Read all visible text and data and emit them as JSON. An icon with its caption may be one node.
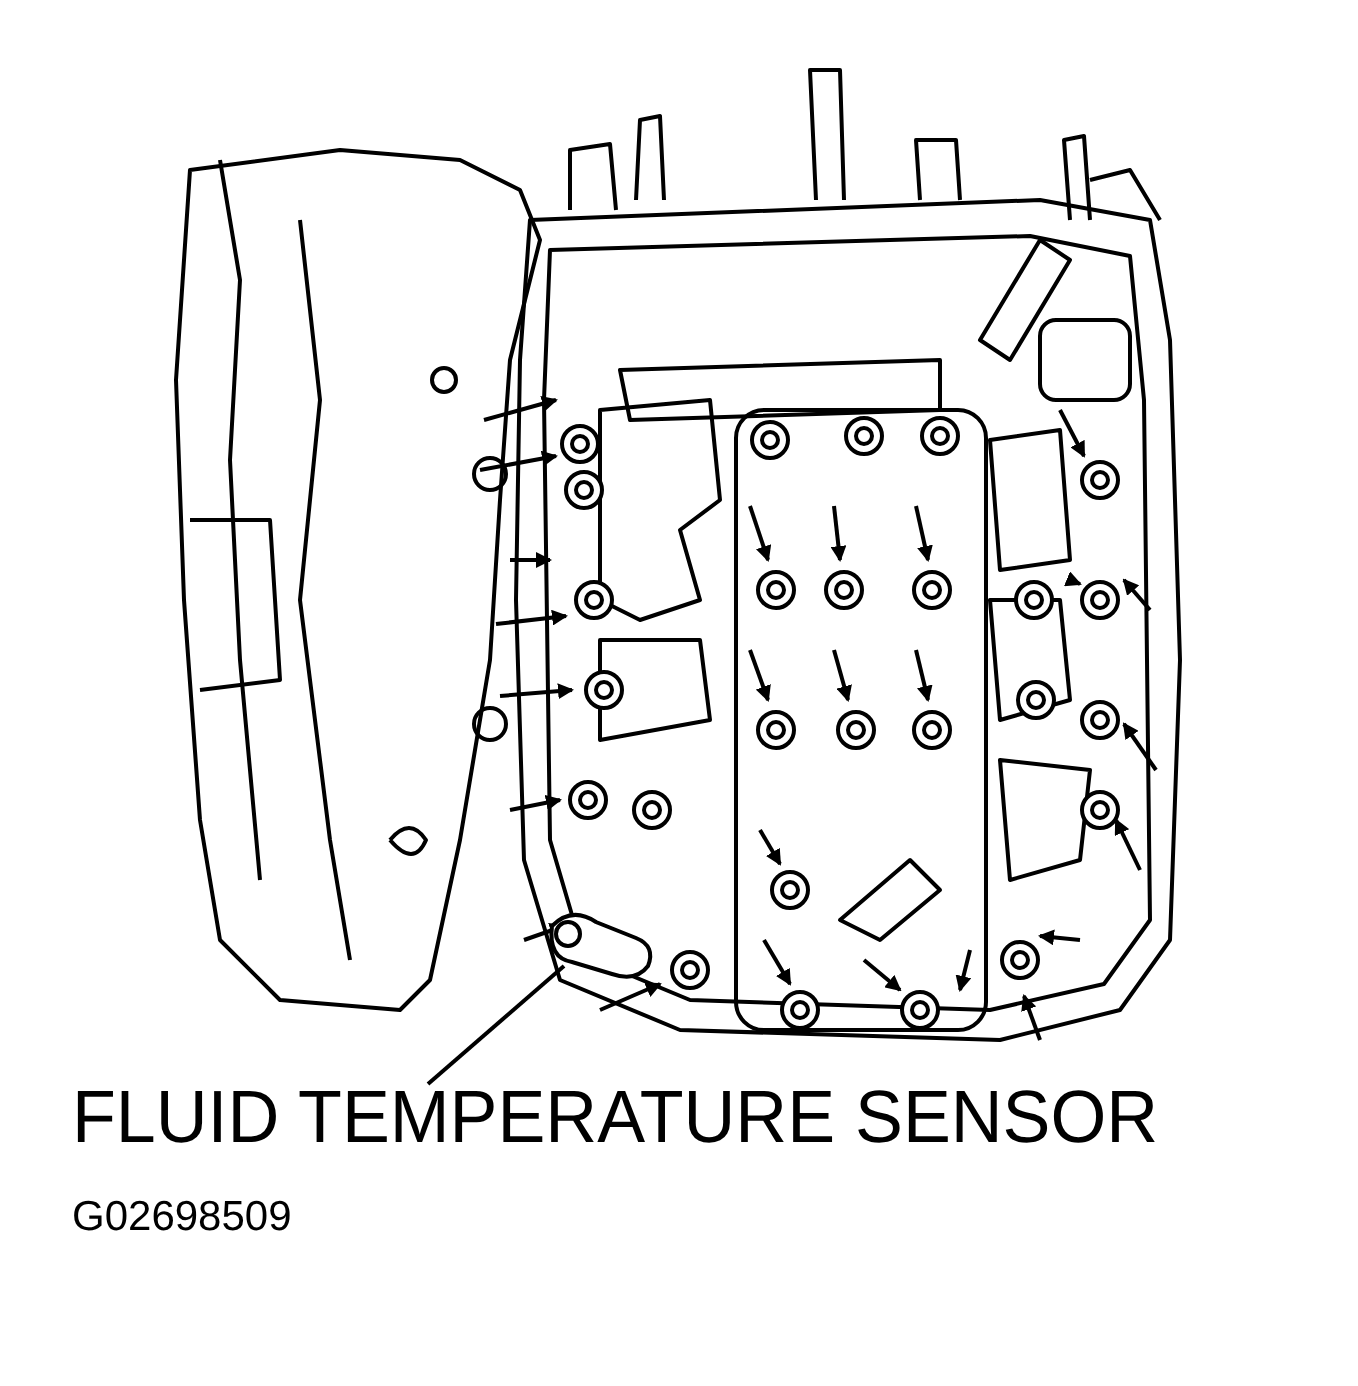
{
  "diagram": {
    "nodes": [
      {
        "text": [
          "FLUID TEMPERATURE SENSOR"
        ]
      },
      {
        "text": [],
        "shape": "picture"
      }
    ],
    "edges": [
      {
        "from": 0,
        "to": 1,
        "arrow": "none"
      }
    ],
    "labels": [
      "G02698509"
    ]
  }
}
